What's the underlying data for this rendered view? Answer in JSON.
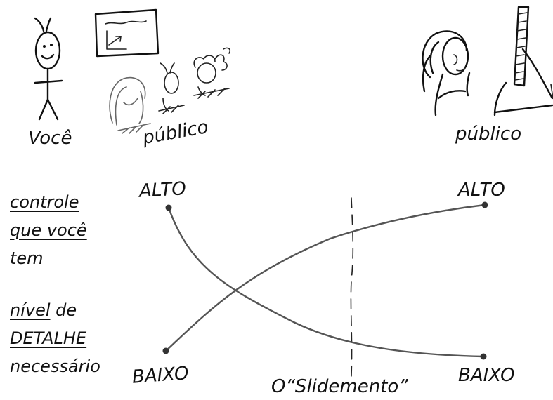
{
  "figure": {
    "left_scene": {
      "presenter_label": "Você",
      "audience_label": "público"
    },
    "right_scene": {
      "audience_label": "público"
    },
    "left_axis": {
      "high_label": "ALTO",
      "low_label": "BAIXO",
      "measure_1": {
        "line1": "controle",
        "line2": "que você",
        "line3": "tem"
      },
      "measure_2": {
        "line1_underlined": "nível",
        "line1_rest": " de",
        "line2": "DETALHE",
        "line3": "necessário"
      }
    },
    "right_axis": {
      "high_label": "ALTO",
      "low_label": "BAIXO"
    },
    "crossover_label": "O“Slidemento”"
  }
}
